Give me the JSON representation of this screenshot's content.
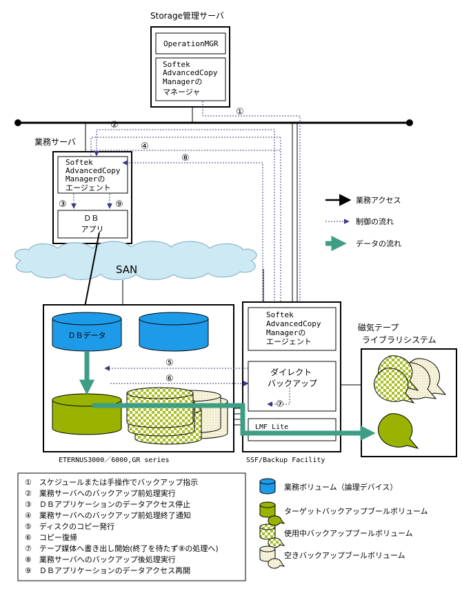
{
  "storage_server": {
    "title": "Storage管理サーバ",
    "operation_mgr": "OperationMGR",
    "manager_lines": [
      "Softek",
      "AdvancedCopy",
      "Managerの",
      "マネージャ"
    ]
  },
  "business_server": {
    "title": "業務サーバ",
    "agent_lines": [
      "Softek",
      "AdvancedCopy",
      "Managerの",
      "エージェント"
    ],
    "db_app_lines": [
      "ＤＢ",
      "アプリ"
    ]
  },
  "san": {
    "label": "SAN"
  },
  "eternus": {
    "label": "ETERNUS3000／6000,GR series",
    "db_data": "ＤＢデータ"
  },
  "ssf": {
    "label": "SSF/Backup Facility",
    "agent_lines": [
      "Softek",
      "AdvancedCopy",
      "Managerの",
      "エージェント"
    ],
    "direct_backup_lines": [
      "ダイレクト",
      "バックアップ"
    ],
    "lmf": "LMF Lite"
  },
  "tape_library": {
    "title_lines": [
      "磁気テープ",
      "ライブラリシステム"
    ]
  },
  "step_markers": {
    "s1": "①",
    "s2": "②",
    "s3": "③",
    "s4": "④",
    "s5": "⑤",
    "s6": "⑥",
    "s7": "⑦",
    "s8": "⑧",
    "s9": "⑨"
  },
  "legend": {
    "business_access": "業務アクセス",
    "control_flow": "制御の流れ",
    "data_flow": "データの流れ"
  },
  "steps": [
    "①　スケジュールまたは手操作でバックアップ指示",
    "②　業務サーバへのバックアップ前処理実行",
    "③　ＤＢアプリケーションのデータアクセス停止",
    "④　業務サーバへのバックアップ前処理終了通知",
    "⑤　ディスクのコピー発行",
    "⑥　コピー復帰",
    "⑦　テープ媒体へ書き出し開始(終了を待たず⑧の処理へ)",
    "⑧　業務サーバへのバックアップ後処理実行",
    "⑨　ＤＢアプリケーションのデータアクセス再開"
  ],
  "volume_legend": [
    "業務ボリューム（論理デバイス）",
    "ターゲットバックアップブールボリューム",
    "使用中バックアップブールボリューム",
    "空きバックアップブールボリューム"
  ],
  "colors": {
    "business_volume": "#1e9be8",
    "target_volume": "#99b300",
    "data_flow": "#3d9e84",
    "control_flow": "#33337a",
    "free_volume": "#f6f1d8"
  }
}
